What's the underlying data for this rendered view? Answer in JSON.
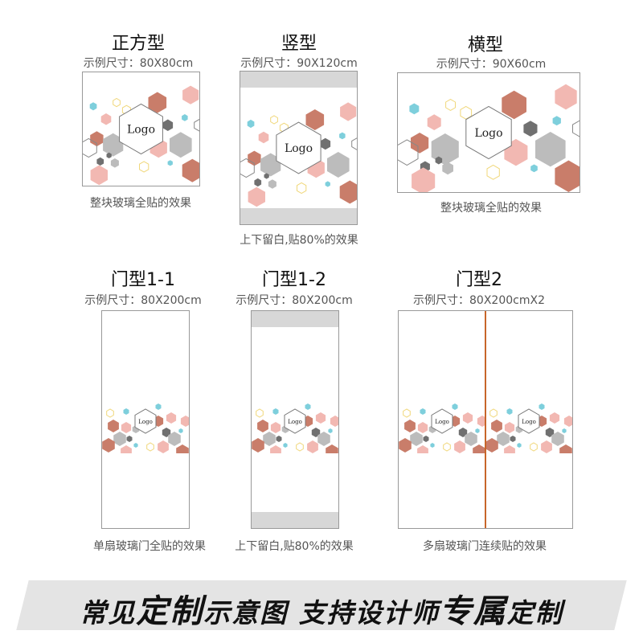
{
  "colors": {
    "terracotta": "#c97d6a",
    "pink": "#f2b8b2",
    "gray": "#bcbcbc",
    "dark_gray": "#707070",
    "teal": "#7ecfdc",
    "yellow_outline": "#f0d77a",
    "door_seam": "#c8662a",
    "margin_band": "#d7d7d7"
  },
  "logo_text": "Logo",
  "panels": [
    {
      "title": "正方型",
      "size": "示例尺寸：80X80cm",
      "caption": "整块玻璃全贴的效果"
    },
    {
      "title": "竖型",
      "size": "示例尺寸：90X120cm",
      "caption": "上下留白,贴80%的效果"
    },
    {
      "title": "横型",
      "size": "示例尺寸：90X60cm",
      "caption": "整块玻璃全贴的效果"
    },
    {
      "title": "门型1-1",
      "size": "示例尺寸：80X200cm",
      "caption": "单扇玻璃门全贴的效果"
    },
    {
      "title": "门型1-2",
      "size": "示例尺寸：80X200cm",
      "caption": "上下留白,贴80%的效果"
    },
    {
      "title": "门型2",
      "size": "示例尺寸：80X200cmX2",
      "caption": "多扇玻璃门连续贴的效果"
    }
  ],
  "banner": {
    "part1": "常见",
    "part2": "定制",
    "part3": "示意图 支持设计师",
    "part4": "专属",
    "part5": "定制"
  }
}
